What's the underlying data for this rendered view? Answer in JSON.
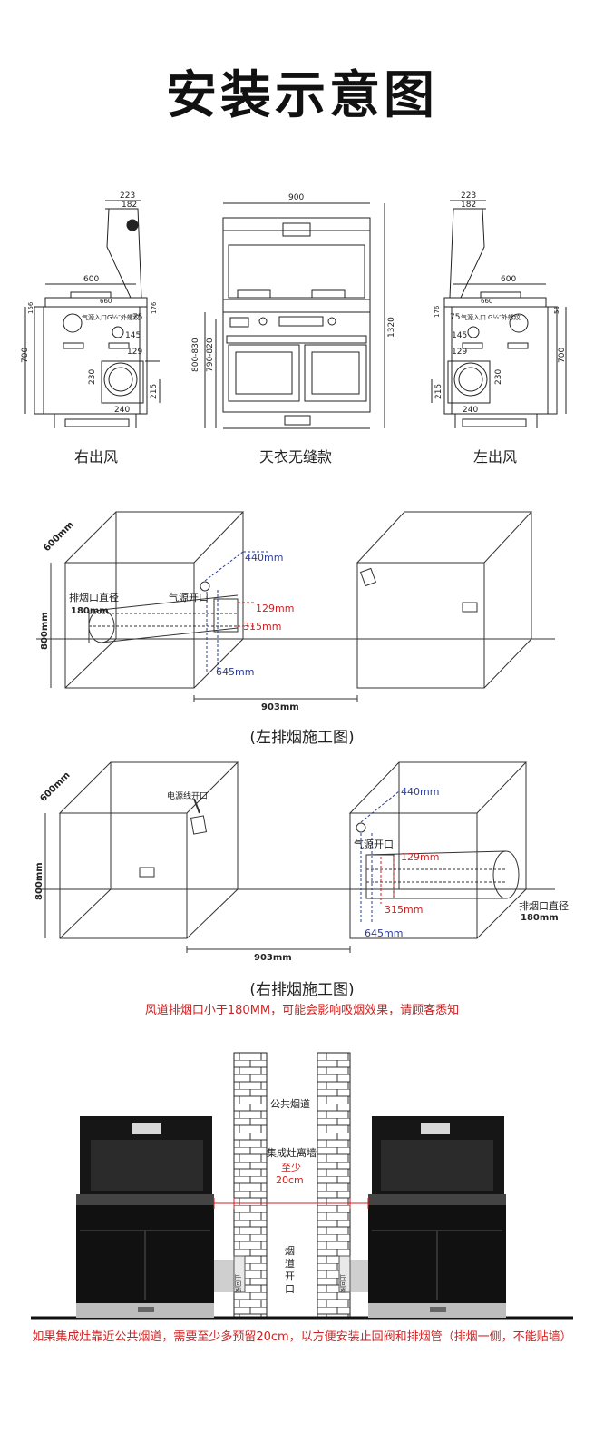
{
  "title": "安装示意图",
  "top_views": {
    "right": {
      "caption": "右出风",
      "dims": {
        "d223": "223",
        "d182": "182",
        "d600": "600",
        "d660": "660",
        "d156": "156",
        "d176": "176",
        "d75": "75",
        "d145": "145",
        "d129": "129",
        "d230": "230",
        "d215": "215",
        "d240": "240",
        "d700": "700"
      },
      "labels": {
        "gas": "气源入口",
        "pipe": "G½″外螺纹"
      }
    },
    "front": {
      "caption": "天衣无缝款",
      "dims": {
        "d900": "900",
        "d800_830": "800-830",
        "d790_820": "790-820",
        "d1320": "1320"
      }
    },
    "left": {
      "caption": "左出风",
      "dims": {
        "d223": "223",
        "d182": "182",
        "d600": "600",
        "d660": "660",
        "d176": "176",
        "d56": "56",
        "d75": "75",
        "d145": "145",
        "d129": "129",
        "d230": "230",
        "d215": "215",
        "d240": "240",
        "d700": "700"
      },
      "labels": {
        "gas": "气源入口",
        "pipe": "G½″外螺纹"
      }
    }
  },
  "left_exhaust": {
    "caption": "(左排烟施工图)",
    "depth": "600mm",
    "height": "800mm",
    "width": "903mm",
    "exhaust_label1": "排烟口直径",
    "exhaust_label2": "180mm",
    "gas_label": "气源开口",
    "m440": "440mm",
    "m129": "129mm",
    "m315": "315mm",
    "m645": "645mm"
  },
  "right_exhaust": {
    "caption": "(右排烟施工图)",
    "depth": "600mm",
    "height": "800mm",
    "width": "903mm",
    "power_label": "电源线开口",
    "exhaust_label1": "排烟口直径",
    "exhaust_label2": "180mm",
    "gas_label": "气源开口",
    "m440": "440mm",
    "m129": "129mm",
    "m315": "315mm",
    "m645": "645mm",
    "note": "风道排烟口小于180MM，可能会影响吸烟效果，请顾客悉知"
  },
  "flue": {
    "public_flue": "公共烟道",
    "wall_label": "集成灶离墙",
    "at_least": "至少",
    "dist": "20cm",
    "opening": [
      "烟",
      "道",
      "开",
      "口"
    ],
    "valve": "止回阀",
    "note": "如果集成灶靠近公共烟道，需要至少多预留20cm，以方便安装止回阀和排烟管（排烟一侧，不能贴墙）"
  }
}
